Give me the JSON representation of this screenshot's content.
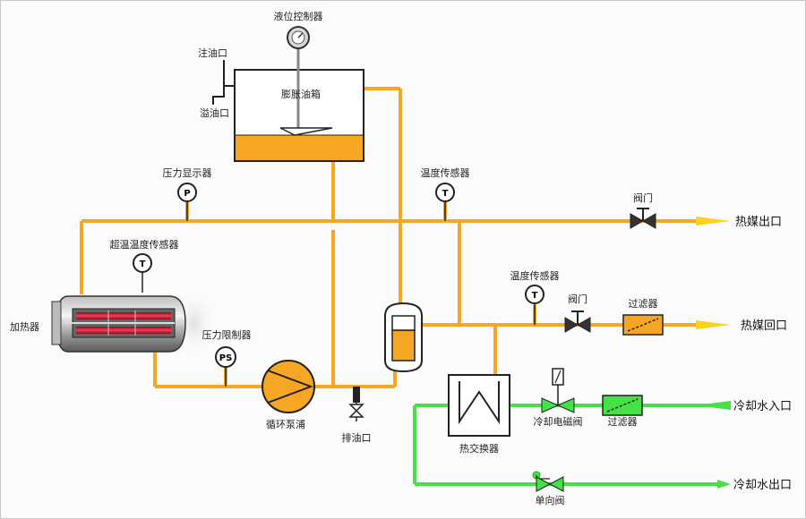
{
  "labels": {
    "level_controller": "液位控制器",
    "fill_port": "注油口",
    "overflow_port": "溢油口",
    "expansion_tank": "膨胀油箱",
    "pressure_display": "压力显示器",
    "temp_sensor_top": "温度传感器",
    "valve_top": "阀门",
    "heat_medium_outlet": "热媒出口",
    "overtemp_sensor": "超温温度传感器",
    "heater": "加热器",
    "temp_sensor_mid": "温度传感器",
    "valve_mid": "阀门",
    "filter_mid": "过滤器",
    "heat_medium_return": "热媒回口",
    "pressure_limiter": "压力限制器",
    "circulation_pump": "循环泵浦",
    "drain_port": "排油口",
    "heat_exchanger": "热交换器",
    "cooling_solenoid": "冷却电磁阀",
    "filter_low": "过滤器",
    "cooling_water_inlet": "冷却水入口",
    "check_valve": "单向阀",
    "cooling_water_outlet": "冷却水出口"
  },
  "symbols": {
    "pressure": "P",
    "temperature": "T",
    "pressure_switch": "PS"
  },
  "colors": {
    "oil_pipe": "#f5a623",
    "water_pipe": "#44e244",
    "arrow": "#ffd21a",
    "heater_core": "#e0304a"
  },
  "icons": [
    "level-gauge-icon",
    "gate-valve-icon",
    "solenoid-valve-icon",
    "check-valve-icon",
    "filter-icon",
    "pump-icon",
    "heater-icon",
    "heat-exchanger-icon",
    "expansion-tank-icon",
    "arrow-icon"
  ]
}
